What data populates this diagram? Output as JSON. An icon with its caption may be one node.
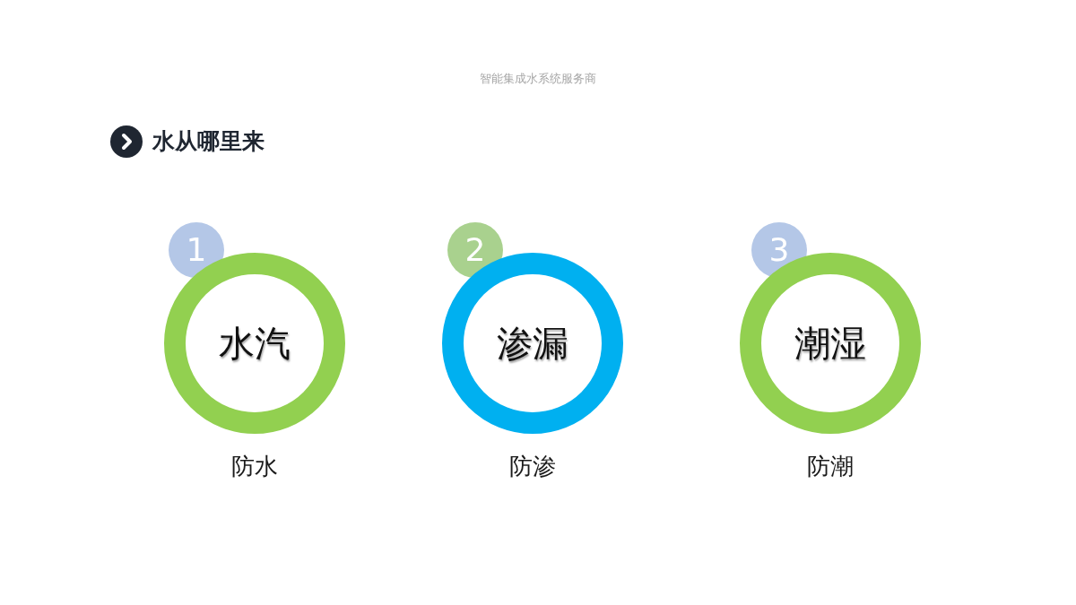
{
  "diagram": {
    "title": "水从哪里来",
    "nodes": [
      {
        "text": [
          "1"
        ]
      },
      {
        "text": [
          "水汽"
        ],
        "beside": [
          "防水"
        ]
      },
      {
        "text": [
          "2"
        ]
      },
      {
        "text": [
          "渗漏"
        ],
        "beside": [
          "防渗"
        ]
      },
      {
        "text": [
          "3"
        ]
      },
      {
        "text": [
          "潮湿"
        ],
        "beside": [
          "防潮"
        ]
      }
    ],
    "labels": [
      "智能集成水系统服务商"
    ]
  }
}
